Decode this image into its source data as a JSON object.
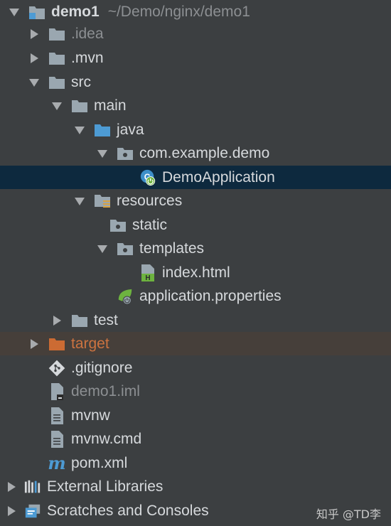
{
  "project": {
    "name": "demo1",
    "path": "~/Demo/nginx/demo1"
  },
  "tree": {
    "idea": ".idea",
    "mvn": ".mvn",
    "src": "src",
    "main": "main",
    "java": "java",
    "package": "com.example.demo",
    "demo_application": "DemoApplication",
    "resources": "resources",
    "static": "static",
    "templates": "templates",
    "index_html": "index.html",
    "application_properties": "application.properties",
    "test": "test",
    "target": "target",
    "gitignore": ".gitignore",
    "iml": "demo1.iml",
    "mvnw": "mvnw",
    "mvnw_cmd": "mvnw.cmd",
    "pom": "pom.xml",
    "external_libraries": "External Libraries",
    "scratches": "Scratches and Consoles"
  },
  "watermark": "知乎 @TD李",
  "colors": {
    "background": "#3c3f41",
    "selected_row": "#0d293e",
    "target_row": "#463f3a",
    "target_folder": "#cc6b33",
    "source_folder": "#4d9bd4",
    "spring_green": "#6db33f"
  }
}
